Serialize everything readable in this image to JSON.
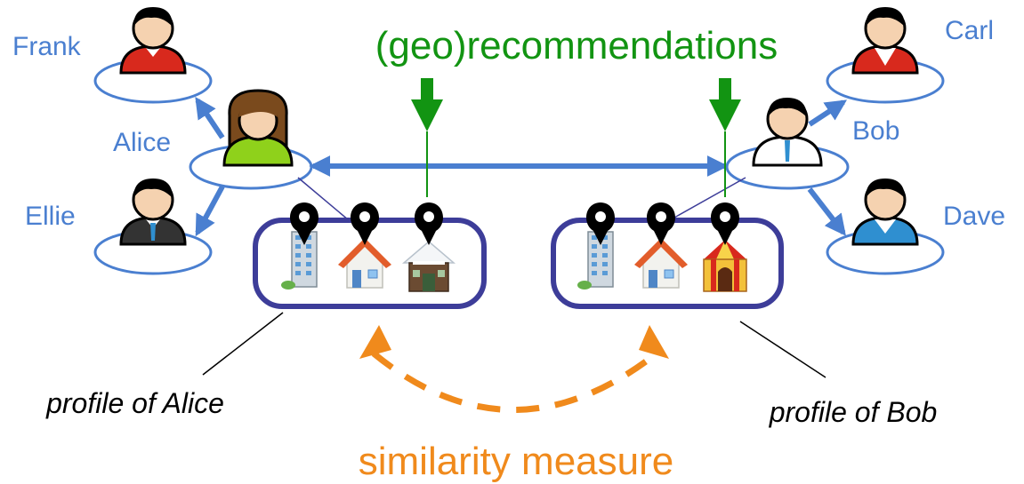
{
  "labels": {
    "recommendations": "(geo)recommendations",
    "similarity": "similarity measure",
    "profile_alice": "profile of Alice",
    "profile_bob": "profile of Bob"
  },
  "people": {
    "frank": {
      "name": "Frank",
      "shirt": "#d8291d"
    },
    "alice": {
      "name": "Alice",
      "shirt": "#8fd11b"
    },
    "ellie": {
      "name": "Ellie",
      "shirt": "#333333"
    },
    "carl": {
      "name": "Carl",
      "shirt": "#d8291d"
    },
    "bob": {
      "name": "Bob",
      "shirt": "#ffffff"
    },
    "dave": {
      "name": "Dave",
      "shirt": "#2f8fd0"
    }
  },
  "colors": {
    "social_link": "#4a7fd0",
    "profile_box": "#3d3d99",
    "recommendation": "#129412",
    "similarity": "#f08a1c",
    "pin": "#000000"
  },
  "icons": {
    "alice_places": [
      "office-building-icon",
      "house-icon",
      "snowy-cabin-icon"
    ],
    "bob_places": [
      "office-building-icon",
      "house-icon",
      "circus-tent-icon"
    ]
  }
}
